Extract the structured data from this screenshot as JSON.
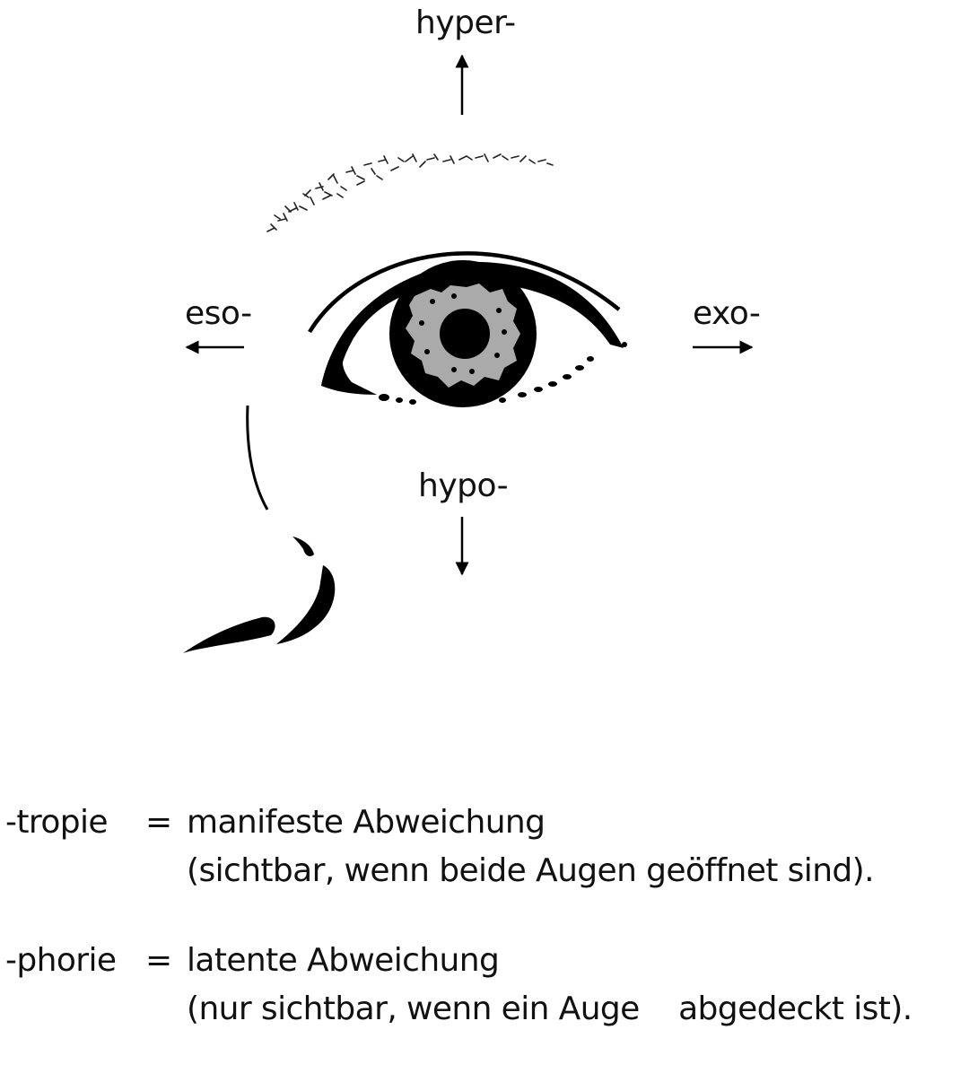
{
  "diagram": {
    "directions": {
      "up": "hyper-",
      "down": "hypo-",
      "left": "eso-",
      "right": "exo-"
    },
    "colors": {
      "ink": "#000000",
      "iris": "#aaaaaa",
      "background": "#ffffff"
    }
  },
  "legend": [
    {
      "term": "-tropie",
      "equals": "=",
      "definition": "manifeste Abweichung",
      "note": "(sichtbar, wenn beide Augen geöffnet sind)."
    },
    {
      "term": "-phorie",
      "equals": "=",
      "definition": "latente Abweichung",
      "note": "(nur sichtbar, wenn ein Auge    abgedeckt ist)."
    }
  ]
}
